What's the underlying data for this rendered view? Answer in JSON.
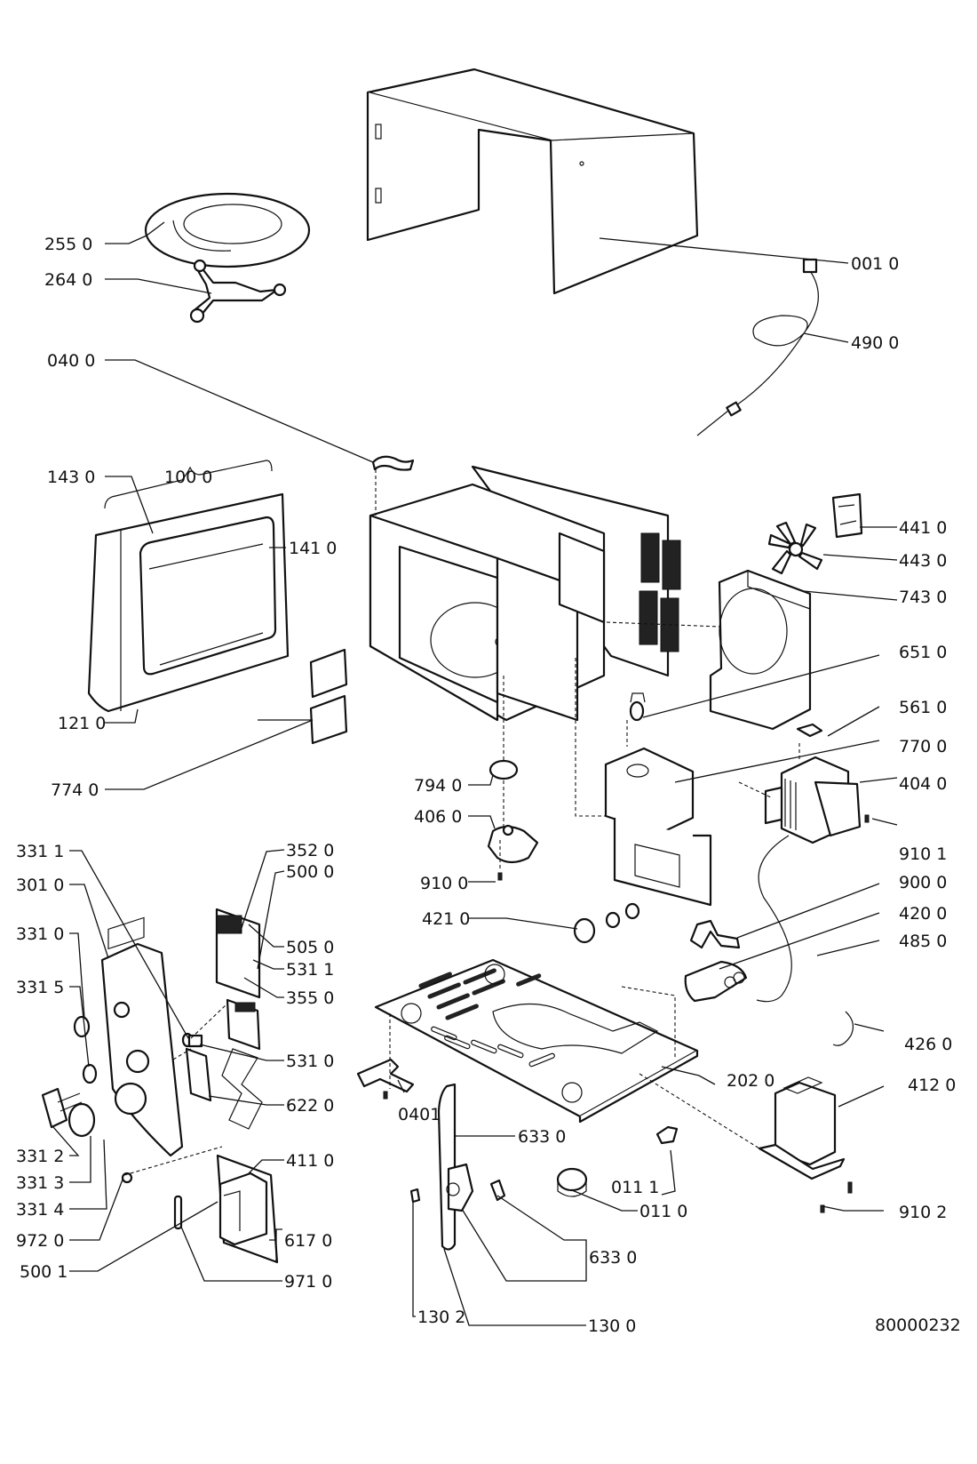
{
  "diagram": {
    "title": "Microwave oven exploded parts view",
    "document_number": "80000232",
    "callouts": [
      {
        "id": "255_0",
        "text": "255  0",
        "part": "turntable-glass-plate"
      },
      {
        "id": "264_0",
        "text": "264  0",
        "part": "turntable-roller-support"
      },
      {
        "id": "001_0",
        "text": "001  0",
        "part": "outer-cabinet-wrapper"
      },
      {
        "id": "490_0",
        "text": "490  0",
        "part": "power-cord"
      },
      {
        "id": "040_0",
        "text": "040  0",
        "part": "top-bracket"
      },
      {
        "id": "143_0",
        "text": "143  0",
        "part": "door-frame"
      },
      {
        "id": "100_0",
        "text": "100  0",
        "part": "door-assembly"
      },
      {
        "id": "141_0",
        "text": "141  0",
        "part": "door-outer-panel"
      },
      {
        "id": "121_0",
        "text": "121  0",
        "part": "door-choke"
      },
      {
        "id": "774_0",
        "text": "774  0",
        "part": "waveguide-cover"
      },
      {
        "id": "441_0",
        "text": "441  0",
        "part": "fan-motor"
      },
      {
        "id": "443_0",
        "text": "443  0",
        "part": "fan-blade"
      },
      {
        "id": "743_0",
        "text": "743  0",
        "part": "fan-duct"
      },
      {
        "id": "651_0",
        "text": "651  0",
        "part": "oven-lamp"
      },
      {
        "id": "561_0",
        "text": "561  0",
        "part": "thermal-cutout"
      },
      {
        "id": "770_0",
        "text": "770  0",
        "part": "air-guide"
      },
      {
        "id": "404_0",
        "text": "404  0",
        "part": "magnetron"
      },
      {
        "id": "910_1",
        "text": "910  1",
        "part": "screw"
      },
      {
        "id": "900_0",
        "text": "900  0",
        "part": "capacitor-bracket"
      },
      {
        "id": "420_0",
        "text": "420  0",
        "part": "hv-capacitor"
      },
      {
        "id": "485_0",
        "text": "485  0",
        "part": "hv-wire"
      },
      {
        "id": "794_0",
        "text": "794  0",
        "part": "turntable-coupler"
      },
      {
        "id": "406_0",
        "text": "406  0",
        "part": "turntable-motor"
      },
      {
        "id": "910_0",
        "text": "910  0",
        "part": "screw"
      },
      {
        "id": "421_0",
        "text": "421  0",
        "part": "hv-diode"
      },
      {
        "id": "426_0",
        "text": "426  0",
        "part": "wire-clip"
      },
      {
        "id": "202_0",
        "text": "202  0",
        "part": "base-plate"
      },
      {
        "id": "412_0",
        "text": "412  0",
        "part": "hv-transformer"
      },
      {
        "id": "910_2",
        "text": "910  2",
        "part": "screw"
      },
      {
        "id": "0401",
        "text": "0401",
        "part": "base-bracket"
      },
      {
        "id": "633_0a",
        "text": "633  0",
        "part": "door-switch"
      },
      {
        "id": "011_1",
        "text": "011  1",
        "part": "foot-bracket"
      },
      {
        "id": "011_0",
        "text": "011  0",
        "part": "foot"
      },
      {
        "id": "633_0b",
        "text": "633  0",
        "part": "door-switch"
      },
      {
        "id": "130_2",
        "text": "130  2",
        "part": "switch-holder-screw"
      },
      {
        "id": "130_0",
        "text": "130  0",
        "part": "switch-holder"
      },
      {
        "id": "331_1",
        "text": "331  1",
        "part": "knob-part"
      },
      {
        "id": "301_0",
        "text": "301  0",
        "part": "control-panel"
      },
      {
        "id": "331_0",
        "text": "331  0",
        "part": "push-button"
      },
      {
        "id": "331_5",
        "text": "331  5",
        "part": "knob-spring"
      },
      {
        "id": "331_2",
        "text": "331  2",
        "part": "timer-knob"
      },
      {
        "id": "331_3",
        "text": "331  3",
        "part": "power-knob"
      },
      {
        "id": "331_4",
        "text": "331  4",
        "part": "knob-insert"
      },
      {
        "id": "352_0",
        "text": "352  0",
        "part": "timer"
      },
      {
        "id": "500_0",
        "text": "500  0",
        "part": "control-board"
      },
      {
        "id": "505_0",
        "text": "505  0",
        "part": "relay"
      },
      {
        "id": "531_1",
        "text": "531  1",
        "part": "microswitch"
      },
      {
        "id": "355_0",
        "text": "355  0",
        "part": "timer-module"
      },
      {
        "id": "531_0",
        "text": "531  0",
        "part": "microswitch"
      },
      {
        "id": "622_0",
        "text": "622  0",
        "part": "switch-bracket"
      },
      {
        "id": "411_0",
        "text": "411  0",
        "part": "power-board-transformer"
      },
      {
        "id": "972_0",
        "text": "972  0",
        "part": "fuse-clip"
      },
      {
        "id": "500_1",
        "text": "500  1",
        "part": "power-board"
      },
      {
        "id": "617_0",
        "text": "617  0",
        "part": "terminal"
      },
      {
        "id": "971_0",
        "text": "971  0",
        "part": "fuse"
      }
    ]
  }
}
